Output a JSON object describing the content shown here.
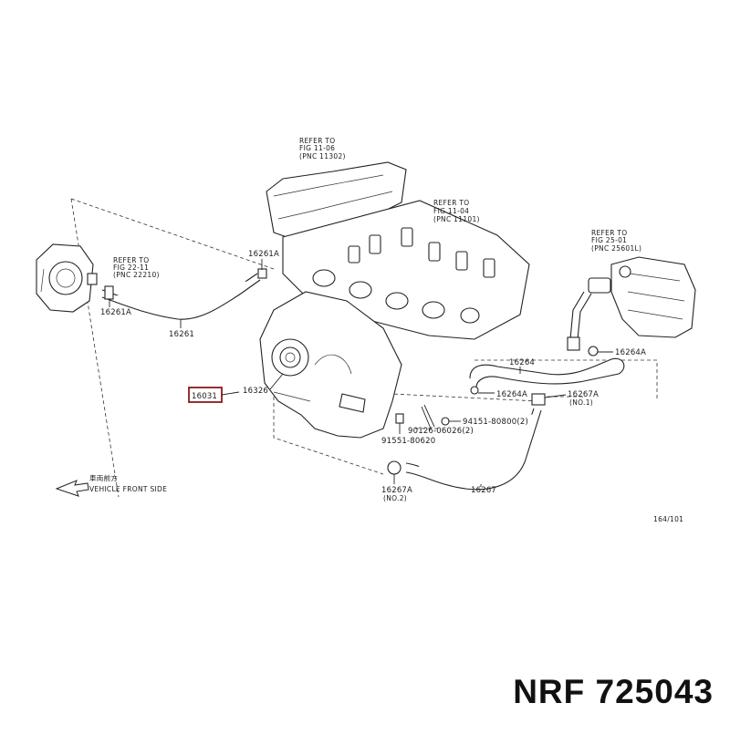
{
  "references": [
    {
      "id": "ref-fig-11-06",
      "lines": [
        "REFER TO",
        "FIG 11-06",
        "(PNC 11302)"
      ]
    },
    {
      "id": "ref-fig-11-04",
      "lines": [
        "REFER TO",
        "FIG 11-04",
        "(PNC 11101)"
      ]
    },
    {
      "id": "ref-fig-22-11",
      "lines": [
        "REFER TO",
        "FIG 22-11",
        "(PNC 22210)"
      ]
    },
    {
      "id": "ref-fig-25-01",
      "lines": [
        "REFER TO",
        "FIG 25-01",
        "(PNC 25601L)"
      ]
    }
  ],
  "parts": {
    "p16261A_top": "16261A",
    "p16261A_left": "16261A",
    "p16261": "16261",
    "p16031": "16031",
    "p16326": "16326",
    "p16264": "16264",
    "p16264A_top": "16264A",
    "p16264A_mid": "16264A",
    "p16267A_right": "16267A",
    "p16267A_right_note": "(NO.1)",
    "p94151": "94151-80800(2)",
    "p90126": "90126-06026(2)",
    "p91551": "91551-80620",
    "p16267A_bottom": "16267A",
    "p16267A_bottom_note": "(NO.2)",
    "p16267": "16267"
  },
  "front_marker": {
    "line1": "車両前方",
    "line2": "VEHICLE FRONT SIDE"
  },
  "figure_code": "164/101",
  "brand_caption": "NRF 725043"
}
